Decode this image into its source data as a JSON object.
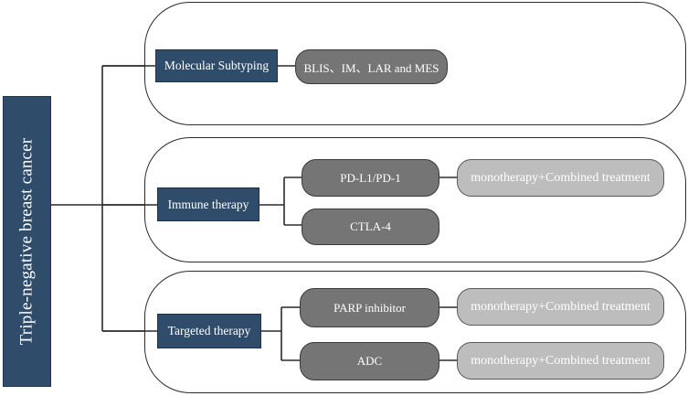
{
  "root": {
    "label": "Triple-negative  breast cancer"
  },
  "branches": [
    {
      "label": "Molecular Subtyping",
      "items": [
        {
          "label": "BLIS、IM、LAR and MES",
          "detail": ""
        }
      ]
    },
    {
      "label": "Immune therapy",
      "items": [
        {
          "label": "PD-L1/PD-1",
          "detail": "monotherapy+Combined treatment"
        },
        {
          "label": "CTLA-4",
          "detail": ""
        }
      ]
    },
    {
      "label": "Targeted therapy",
      "items": [
        {
          "label": "PARP inhibitor",
          "detail": "monotherapy+Combined treatment"
        },
        {
          "label": "ADC",
          "detail": "monotherapy+Combined treatment"
        }
      ]
    }
  ],
  "colors": {
    "navy": "#2f4d6b",
    "dark_pill": "#757575",
    "light_pill": "#bdbdbd",
    "line": "#2b2b2b"
  }
}
